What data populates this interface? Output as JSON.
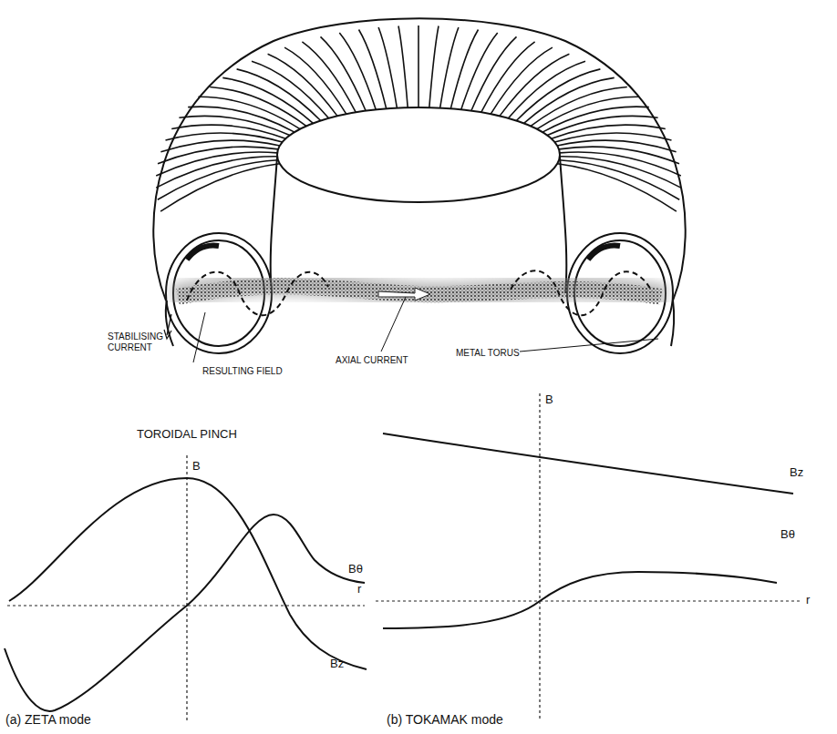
{
  "diagram": {
    "labels": [
      "STABILISING CURRENT",
      "RESULTING FIELD",
      "AXIAL CURRENT",
      "METAL TORUS",
      "TOROIDAL PINCH",
      "B",
      "Bθ",
      "r",
      "Bz",
      "(a) ZETA mode",
      "B",
      "Bz",
      "Bθ",
      "r",
      "(b) TOKAMAK mode"
    ]
  }
}
